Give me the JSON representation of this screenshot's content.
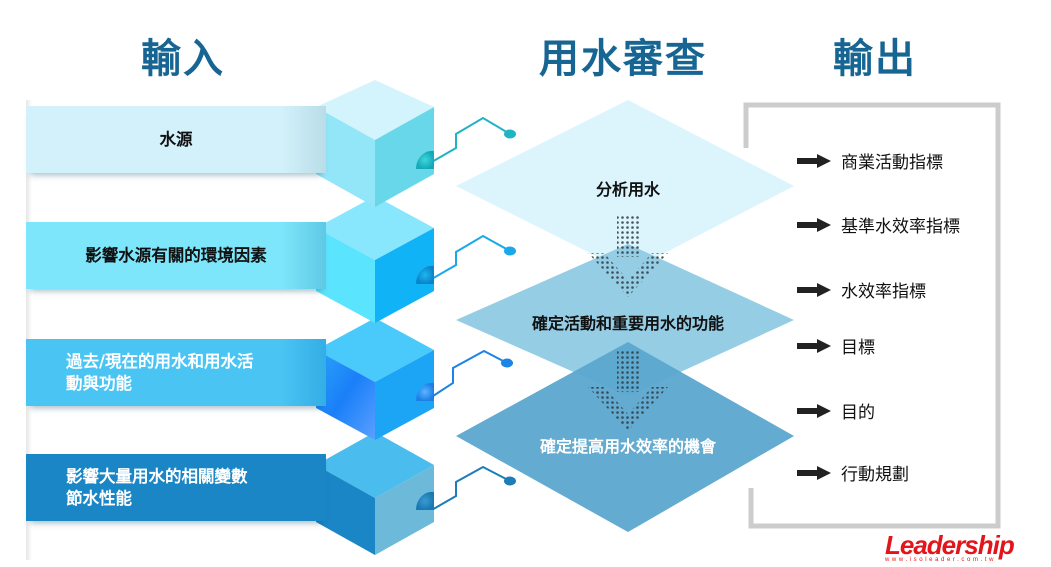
{
  "headings": {
    "input": "輸入",
    "review": "用水審查",
    "output": "輸出"
  },
  "inputs": [
    {
      "label": "水源",
      "bar_color": "#d3f1fb",
      "text_color": "#111111"
    },
    {
      "label": "影響水源有關的環境因素",
      "bar_color": "#7ee6fb",
      "text_color": "#111111"
    },
    {
      "label": "過去/現在的用水和用水活動與功能",
      "line1": "過去/現在的用水和用水活",
      "line2": "動與功能",
      "bar_color": "#4ac4f3",
      "text_color": "#ffffff"
    },
    {
      "label": "影響大量用水的相關變數節水性能",
      "line1": "影響大量用水的相關變數",
      "line2": "節水性能",
      "bar_color": "#1a86c5",
      "text_color": "#ffffff"
    }
  ],
  "review_steps": [
    {
      "label": "分析用水",
      "color": "#dcf5fd",
      "text_color": "#111111"
    },
    {
      "label": "確定活動和重要用水的功能",
      "color": "#8fcae3",
      "text_color": "#111111"
    },
    {
      "label": "確定提高用水效率的機會",
      "color": "#5ba6ce",
      "text_color": "#ffffff"
    }
  ],
  "outputs": [
    {
      "label": "商業活動指標",
      "icon": "arrow-right-icon"
    },
    {
      "label": "基準水效率指標",
      "icon": "arrow-right-icon"
    },
    {
      "label": "水效率指標",
      "icon": "arrow-right-icon"
    },
    {
      "label": "目標",
      "icon": "arrow-right-icon"
    },
    {
      "label": "目的",
      "icon": "arrow-right-icon"
    },
    {
      "label": "行動規劃",
      "icon": "arrow-right-icon"
    }
  ],
  "logo": {
    "brand": "Leadership",
    "url": "www.isoleader.com.tw"
  },
  "colors": {
    "heading": "#176592",
    "logo": "#e3151b",
    "frame": "#cccccc"
  }
}
